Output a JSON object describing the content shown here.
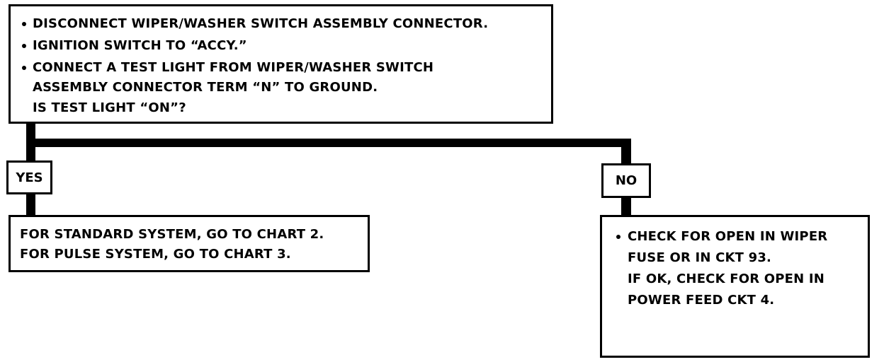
{
  "top_box": {
    "lines": [
      "DISCONNECT WIPER/WASHER SWITCH ASSEMBLY CONNECTOR.",
      "IGNITION SWITCH TO “ACCY.”",
      "CONNECT A TEST LIGHT FROM WIPER/WASHER SWITCH",
      "ASSEMBLY CONNECTOR TERM “N” TO GROUND.",
      "IS TEST LIGHT “ON”?"
    ]
  },
  "yes_label": "YES",
  "no_label": "NO",
  "yes_box": {
    "lines": [
      "FOR STANDARD SYSTEM, GO TO CHART 2.",
      "FOR PULSE SYSTEM, GO TO CHART 3."
    ]
  },
  "no_box": {
    "lines": [
      "CHECK FOR OPEN IN WIPER",
      "FUSE OR IN CKT 93.",
      "IF OK, CHECK FOR OPEN IN",
      "POWER FEED CKT 4."
    ]
  }
}
